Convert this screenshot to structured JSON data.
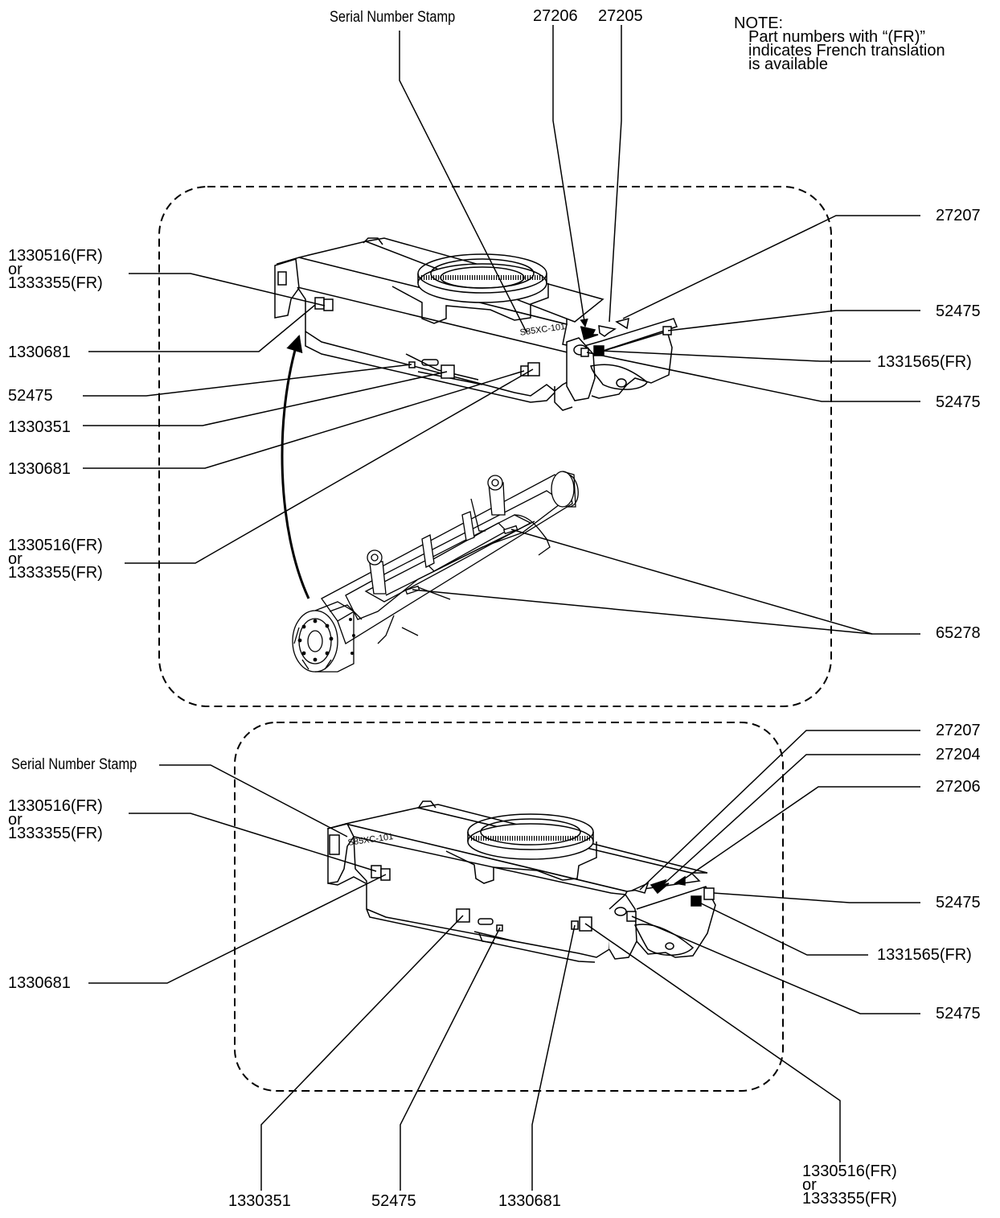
{
  "note": {
    "heading": "NOTE:",
    "lines": [
      "Part numbers with “(FR)”",
      "indicates French translation",
      "is available"
    ]
  },
  "top_view": {
    "serial_stamp_label": "Serial Number Stamp",
    "serial_stamp_text": "S85XC-101",
    "label_27206": "27206",
    "label_27205": "27205",
    "label_27207": "27207",
    "left_decal_a": [
      "1330516(FR)",
      "or",
      "1333355(FR)"
    ],
    "label_1330681_a": "1330681",
    "label_52475_a": "52475",
    "label_1330351": "1330351",
    "label_1330681_b": "1330681",
    "left_decal_b": [
      "1330516(FR)",
      "or",
      "1333355(FR)"
    ],
    "label_52475_r1": "52475",
    "label_1331565": "1331565(FR)",
    "label_52475_r2": "52475",
    "label_65278": "65278"
  },
  "bottom_view": {
    "serial_stamp_label": "Serial Number Stamp",
    "serial_stamp_text": "S85XC-101",
    "left_decal": [
      "1330516(FR)",
      "or",
      "1333355(FR)"
    ],
    "label_1330681_left": "1330681",
    "label_27207": "27207",
    "label_27204": "27204",
    "label_27206": "27206",
    "label_52475_r1": "52475",
    "label_1331565": "1331565(FR)",
    "label_52475_r2": "52475",
    "label_1330351": "1330351",
    "label_52475_b": "52475",
    "label_1330681_b": "1330681",
    "bottom_decal": [
      "1330516(FR)",
      "or",
      "1333355(FR)"
    ]
  }
}
